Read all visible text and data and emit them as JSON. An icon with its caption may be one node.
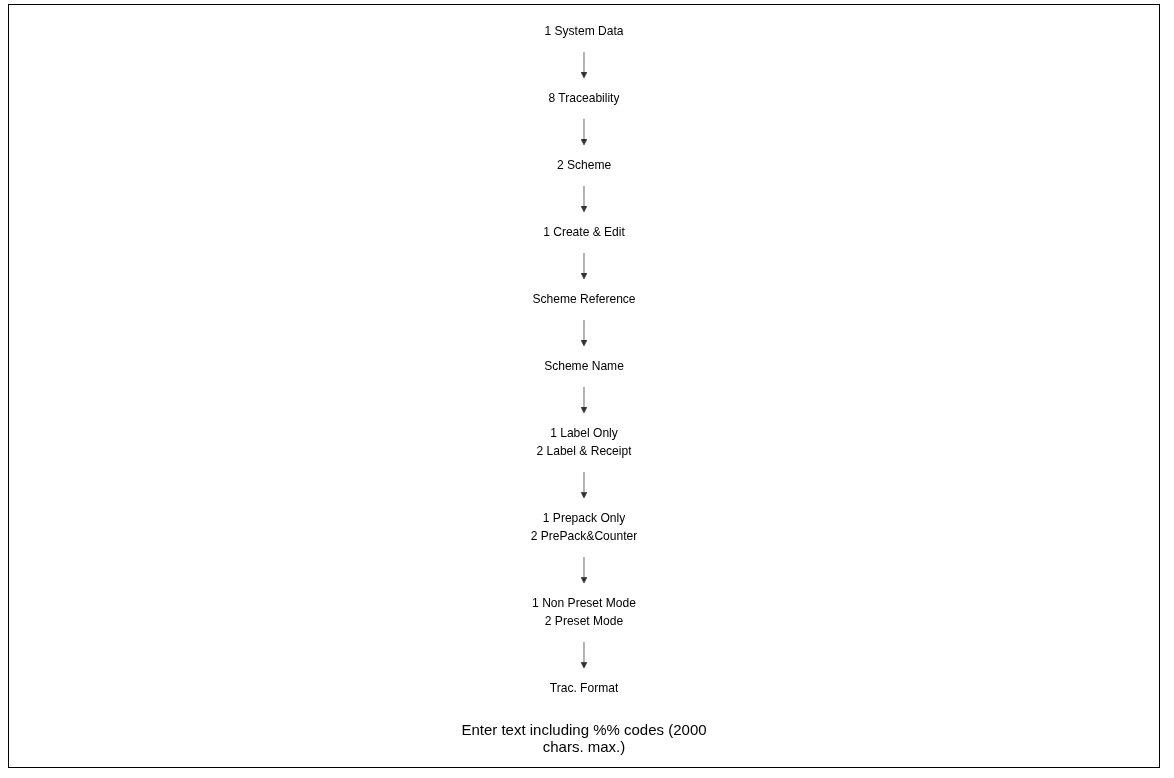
{
  "diagram": {
    "nodes": [
      {
        "text": [
          "1 System Data"
        ]
      },
      {
        "text": [
          "8 Traceability"
        ]
      },
      {
        "text": [
          "2 Scheme"
        ]
      },
      {
        "text": [
          "1 Create & Edit"
        ]
      },
      {
        "text": [
          "Scheme Reference"
        ]
      },
      {
        "text": [
          "Scheme Name"
        ]
      },
      {
        "text": [
          "1 Label Only",
          "2 Label & Receipt"
        ]
      },
      {
        "text": [
          "1 Prepack Only",
          "2 PrePack&Counter"
        ]
      },
      {
        "text": [
          "1 Non Preset Mode",
          "2 Preset Mode"
        ]
      },
      {
        "text": [
          "Trac. Format"
        ]
      }
    ],
    "edges": [
      {
        "from": 0,
        "to": 1,
        "arrow": "to"
      },
      {
        "from": 1,
        "to": 2,
        "arrow": "to"
      },
      {
        "from": 2,
        "to": 3,
        "arrow": "to"
      },
      {
        "from": 3,
        "to": 4,
        "arrow": "to"
      },
      {
        "from": 4,
        "to": 5,
        "arrow": "to"
      },
      {
        "from": 5,
        "to": 6,
        "arrow": "to"
      },
      {
        "from": 6,
        "to": 7,
        "arrow": "to"
      },
      {
        "from": 7,
        "to": 8,
        "arrow": "to"
      },
      {
        "from": 8,
        "to": 9,
        "arrow": "to"
      }
    ],
    "labels": [
      "Enter text including %% codes (2000 chars. max.)"
    ]
  }
}
